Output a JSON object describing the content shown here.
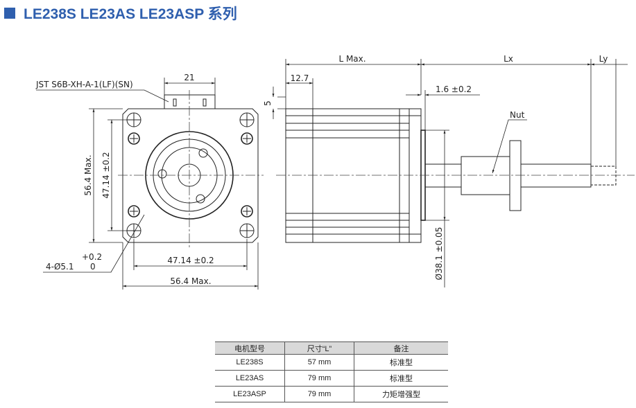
{
  "title": "LE238S LE23AS LE23ASP 系列",
  "colors": {
    "title": "#2f5fae",
    "table_header": "#d9d9d9"
  },
  "front_view": {
    "connector_label": "JST S6B-XH-A-1(LF)(SN)",
    "connector_width": "21",
    "height_max": "56.4 Max.",
    "hole_pitch_vertical": "47.14 ±0.2",
    "hole_pitch_horizontal": "47.14 ±0.2",
    "width_max": "56.4 Max.",
    "hole_spec": "4-Ø5.1",
    "hole_tol_upper": "+0.2",
    "hole_tol_lower": "0"
  },
  "side_view": {
    "length": "L Max.",
    "lx": "Lx",
    "ly": "Ly",
    "rear": "12.7",
    "connector_height": "5",
    "flange": "1.6 ±0.2",
    "nut_label": "Nut",
    "pilot_diameter": "Ø38.1 ±0.05"
  },
  "table": {
    "headers": [
      "电机型号",
      "尺寸“L”",
      "备注"
    ],
    "rows": [
      [
        "LE238S",
        "57 mm",
        "标准型"
      ],
      [
        "LE23AS",
        "79 mm",
        "标准型"
      ],
      [
        "LE23ASP",
        "79 mm",
        "力矩增强型"
      ]
    ]
  }
}
